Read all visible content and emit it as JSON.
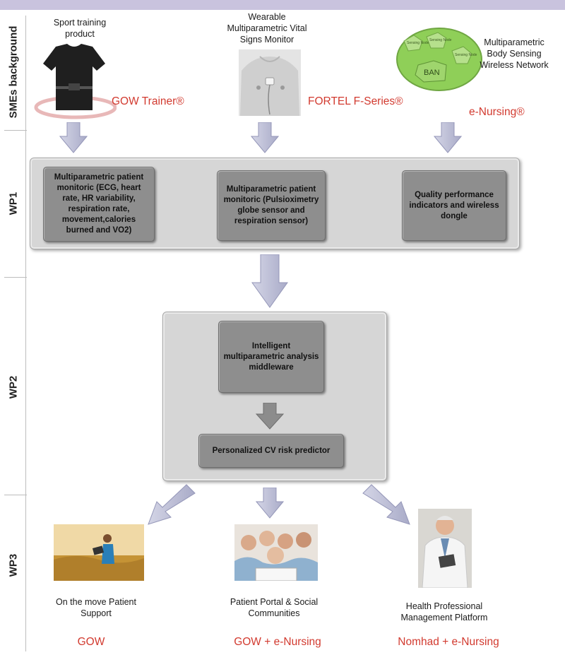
{
  "row_labels": {
    "sme": "SMEs background",
    "wp1": "WP1",
    "wp2": "WP2",
    "wp3": "WP3"
  },
  "sme_products": [
    {
      "caption": "Sport training product",
      "brand": "GOW Trainer®",
      "icon": "shirt-image"
    },
    {
      "caption": "Wearable Multiparametric Vital Signs Monitor",
      "brand": "FORTEL F-Series®",
      "icon": "chest-image"
    },
    {
      "caption": "Multiparametric Body Sensing Wireless Network",
      "brand": "e-Nursing®",
      "icon": "ban-network-image"
    }
  ],
  "ban_diagram": {
    "center": "BAN",
    "nodes": [
      "Sensing Node",
      "Sensing Node",
      "Sensing Node"
    ]
  },
  "wp1_boxes": [
    "Multiparametric patient monitoric (ECG, heart rate, HR variability, respiration rate, movement,calories burned and VO2)",
    "Multiparametric patient monitoric (Pulsioximetry globe sensor and respiration sensor)",
    "Quality performance indicators and wireless dongle"
  ],
  "wp2_boxes": [
    "Intelligent multiparametric analysis middleware",
    "Personalized CV risk predictor"
  ],
  "wp3_outputs": [
    {
      "caption": "On the move Patient Support",
      "brand": "GOW",
      "icon": "field-image"
    },
    {
      "caption": "Patient Portal & Social Communities",
      "brand": "GOW + e-Nursing",
      "icon": "seniors-image"
    },
    {
      "caption": "Health Professional Management Platform",
      "brand": "Nomhad + e-Nursing",
      "icon": "doctor-image"
    }
  ],
  "colors": {
    "brand_red": "#d23a2f",
    "arrow_fill": "#bfc0d8",
    "panel": "#d6d6d6",
    "box": "#8e8e8e",
    "ban_green": "#8fcf58"
  }
}
